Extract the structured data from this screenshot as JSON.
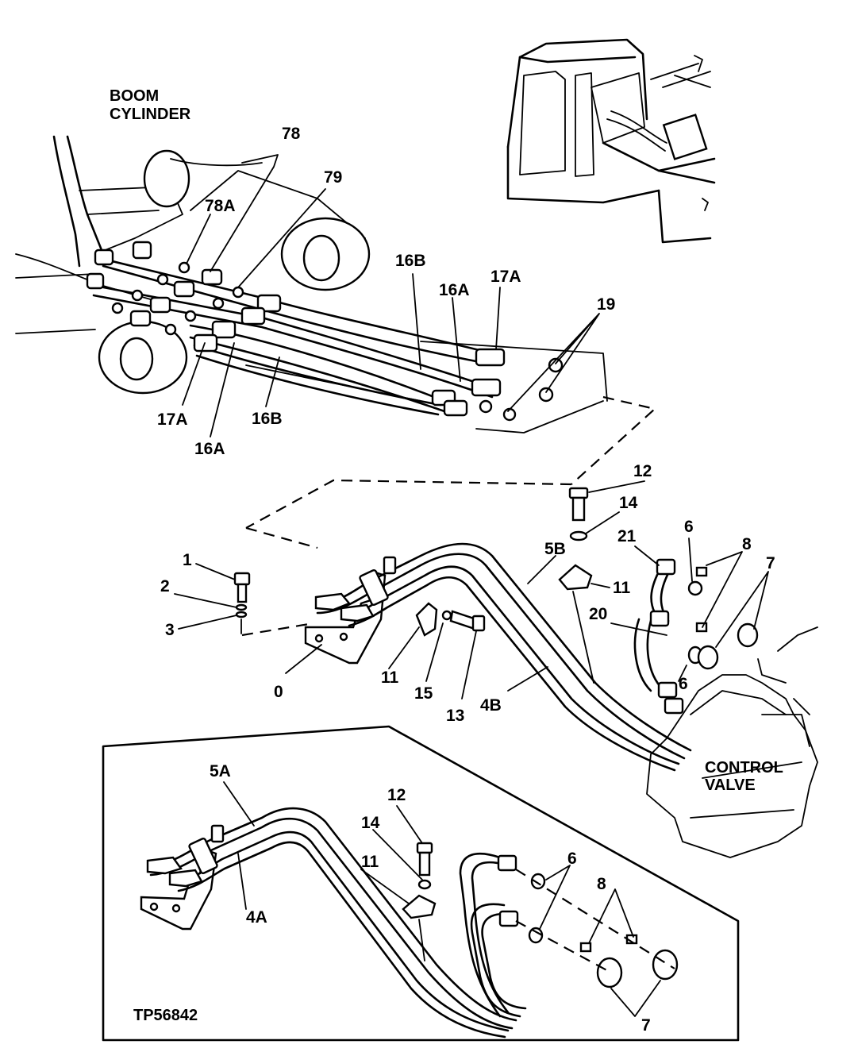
{
  "titles": {
    "boom_line1": "BOOM",
    "boom_line2": "CYLINDER",
    "control_line1": "CONTROL",
    "control_line2": "VALVE",
    "figure_id": "TP56842"
  },
  "callouts": {
    "c78": "78",
    "c79": "79",
    "c78A": "78A",
    "c16B_top": "16B",
    "c16A_top": "16A",
    "c17A_top": "17A",
    "c19": "19",
    "c17A_bot": "17A",
    "c16A_bot": "16A",
    "c16B_bot": "16B",
    "c12": "12",
    "c14": "14",
    "c5B": "5B",
    "c21": "21",
    "c6a": "6",
    "c8a": "8",
    "c7a": "7",
    "c11a": "11",
    "c1": "1",
    "c2": "2",
    "c3": "3",
    "c20": "20",
    "c6b": "6",
    "c0": "0",
    "c11b": "11",
    "c15": "15",
    "c13": "13",
    "c4B": "4B",
    "c5A": "5A",
    "c12b": "12",
    "c14b": "14",
    "c11c": "11",
    "c6c": "6",
    "c8b": "8",
    "c4A": "4A",
    "c7b": "7"
  }
}
